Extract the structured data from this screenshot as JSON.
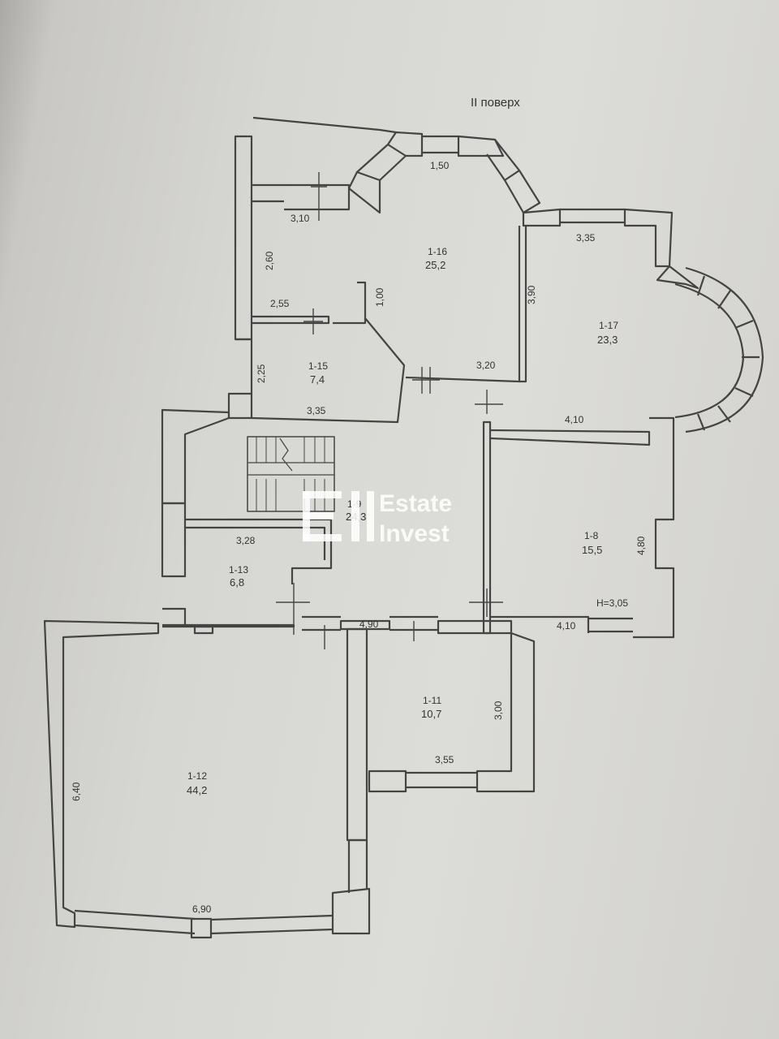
{
  "title": "ІІ поверх",
  "rooms": [
    {
      "id": "r16",
      "code": "1-16",
      "area": "25,2"
    },
    {
      "id": "r17",
      "code": "1-17",
      "area": "23,3"
    },
    {
      "id": "r15",
      "code": "1-15",
      "area": "7,4"
    },
    {
      "id": "r9",
      "code": "1-9",
      "area": "24,3"
    },
    {
      "id": "r8",
      "code": "1-8",
      "area": "15,5"
    },
    {
      "id": "r13",
      "code": "1-13",
      "area": "6,8"
    },
    {
      "id": "r11",
      "code": "1-11",
      "area": "10,7"
    },
    {
      "id": "r12",
      "code": "1-12",
      "area": "44,2"
    }
  ],
  "dimensions": {
    "d150": "1,50",
    "d310": "3,10",
    "d335a": "3,35",
    "d260": "2,60",
    "d255": "2,55",
    "d100": "1,00",
    "d390": "3,90",
    "d320": "3,20",
    "d225": "2,25",
    "d335b": "3,35",
    "d410a": "4,10",
    "d328": "3,28",
    "d480": "4,80",
    "d490": "4,90",
    "d410b": "4,10",
    "d300": "3,00",
    "d355": "3,55",
    "d640": "6,40",
    "d690": "6,90"
  },
  "ceiling_height": "H=3,05",
  "watermark": {
    "line1": "Estate",
    "line2": "Invest"
  },
  "colors": {
    "wall": "#4a4a4a",
    "paper": "#d8d8d4",
    "line": "#3a3a3a"
  }
}
